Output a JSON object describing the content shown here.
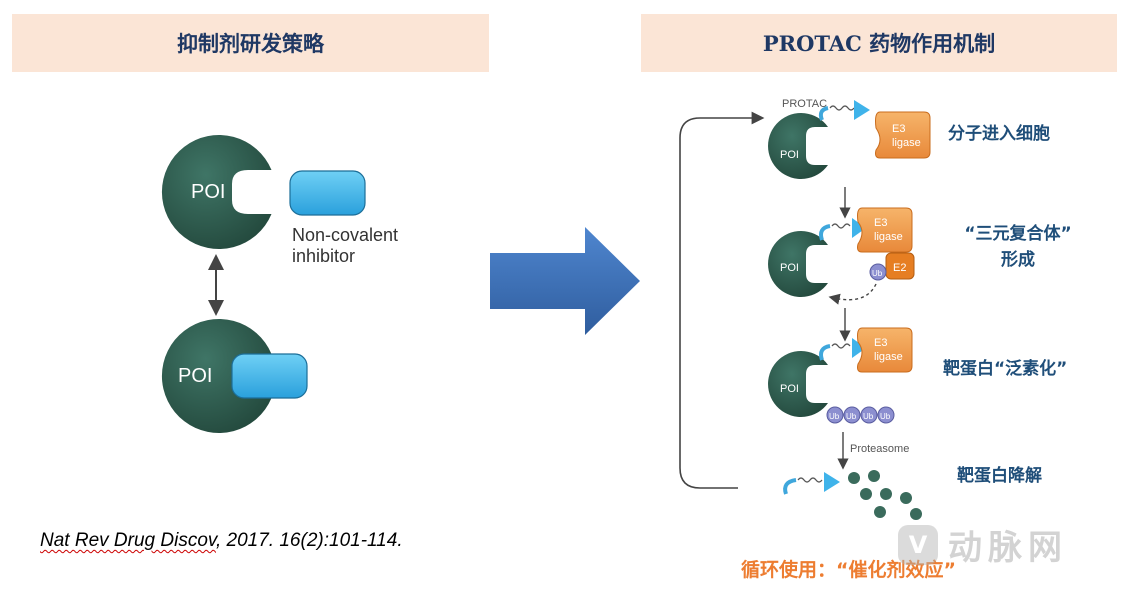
{
  "left_panel": {
    "title": "抑制剂研发策略",
    "poi_label": "POI",
    "inhibitor_label_line1": "Non-covalent",
    "inhibitor_label_line2": "inhibitor"
  },
  "right_panel": {
    "title": "PROTAC 药物作用机制",
    "protac_label": "PROTAC",
    "poi_label": "POI",
    "e3_label_line1": "E3",
    "e3_label_line2": "ligase",
    "e2_label": "E2",
    "ub_label": "Ub",
    "proteasome_label": "Proteasome",
    "steps": [
      {
        "line1": "分子进入细胞",
        "line2": ""
      },
      {
        "line1": "“三元复合体”",
        "line2": "形成"
      },
      {
        "line1": "靶蛋白“泛素化”",
        "line2": ""
      },
      {
        "line1": "靶蛋白降解",
        "line2": ""
      }
    ],
    "cycle_label": "循环使用：“催化剂效应”"
  },
  "citation": {
    "journal": "Nat Rev Drug Discov",
    "rest": ", 2017. 16(2):101-114."
  },
  "watermark": {
    "logo_glyph": "V",
    "text": "动脉网"
  },
  "colors": {
    "poi": "#2e5a4c",
    "inhibitor": "#3fb3ea",
    "e3": "#f0a04b",
    "e2": "#e67e22",
    "ub": "#8c8fd0",
    "arrow": "#3b6fb6",
    "title_bg": "#fbe5d6",
    "title_text": "#1f3864",
    "cycle_text": "#ed7d31"
  }
}
